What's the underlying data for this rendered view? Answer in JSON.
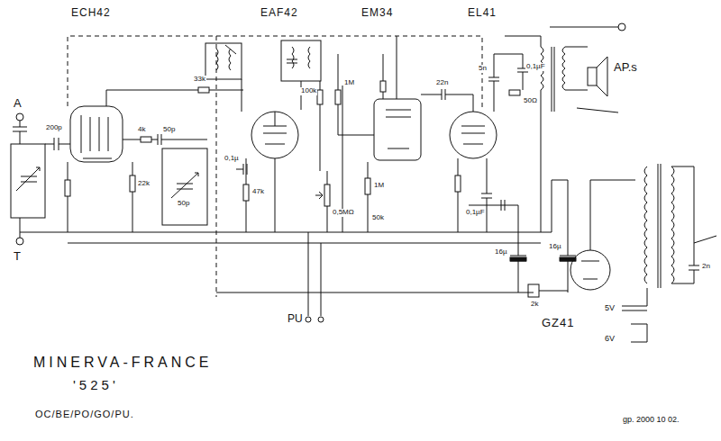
{
  "diagram": {
    "title": "MINERVA-FRANCE",
    "labels": [
      "ECH42",
      "EAF42",
      "EM34",
      "EL41",
      "A",
      "T",
      "PU",
      "AP.s",
      "GZ41",
      "5V",
      "6V",
      "'525'",
      "OC/BE/PO/GO/PU.",
      "gp. 2000 10 02.",
      "200p",
      "33k",
      "22k",
      "4k",
      "50p",
      "50p",
      "47k",
      "0,1µ",
      "1M",
      "100k",
      "0,5MΩ",
      "50k",
      "1M",
      "22n",
      "5n",
      "0,1µF",
      "50Ω",
      "0,1µF",
      "16µ",
      "16µ",
      "2k",
      "2n"
    ]
  }
}
